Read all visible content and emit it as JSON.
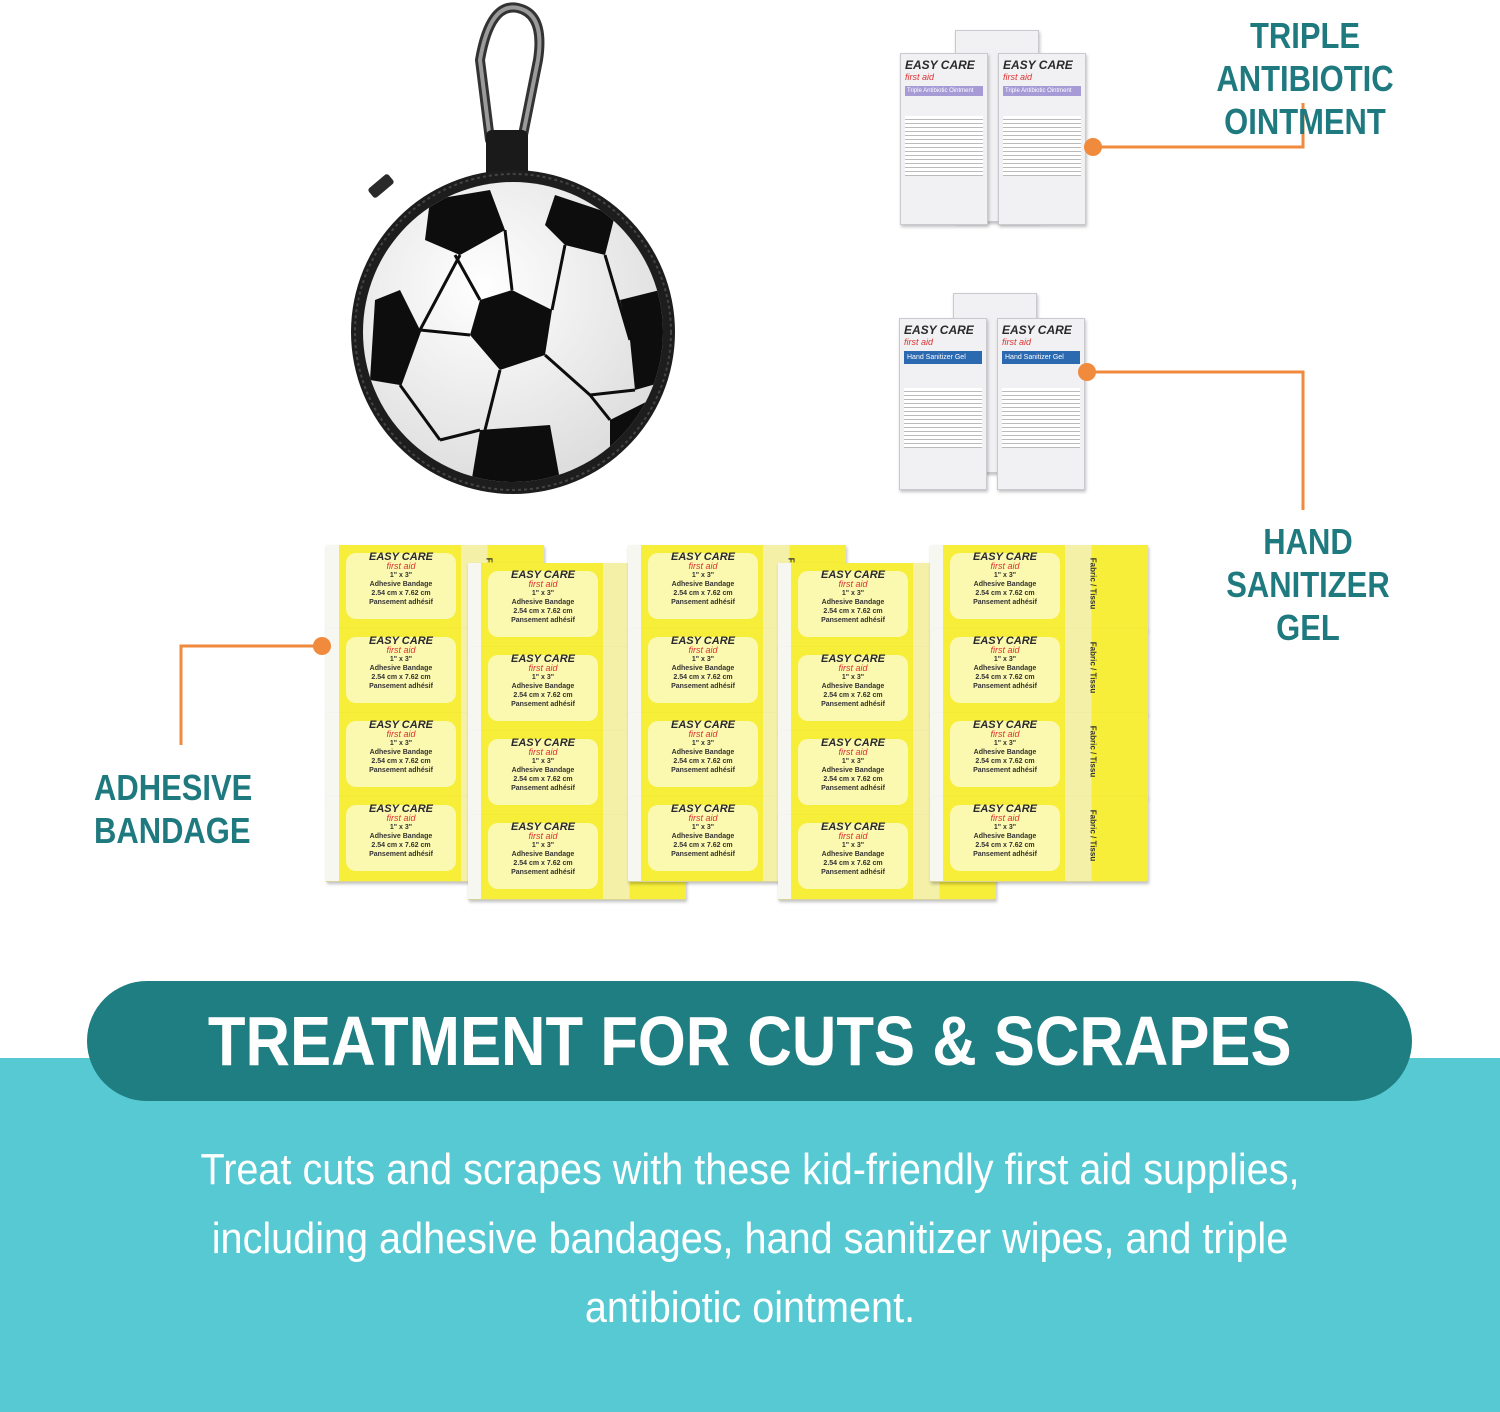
{
  "callouts": {
    "triple_antibiotic": "TRIPLE ANTIBIOTIC\nOINTMENT",
    "hand_sanitizer": "HAND\nSANITIZER\nGEL",
    "adhesive_bandage": "ADHESIVE\nBANDAGE"
  },
  "banner": {
    "title": "TREATMENT FOR CUTS & SCRAPES"
  },
  "description": "Treat cuts and scrapes with these kid-friendly first aid supplies, including adhesive bandages, hand sanitizer wipes, and triple antibiotic ointment.",
  "product": {
    "brand": "EASY CARE",
    "brand_sub": "first aid",
    "ointment_label": "Triple Antibiotic Ointment",
    "sanitizer_label": "Hand Sanitizer Gel",
    "bandage_size": "1\" x 3\"",
    "bandage_label": "Adhesive Bandage",
    "bandage_metric": "2.54 cm x 7.62 cm",
    "bandage_fr": "Pansement adhésif",
    "bandage_side": "Fabric / Tissu"
  },
  "colors": {
    "accent": "#1f7a80",
    "leader": "#f08a3c",
    "banner": "#1e7e82",
    "band": "#56c9d3",
    "bandage_yellow": "#f7ee3a"
  }
}
